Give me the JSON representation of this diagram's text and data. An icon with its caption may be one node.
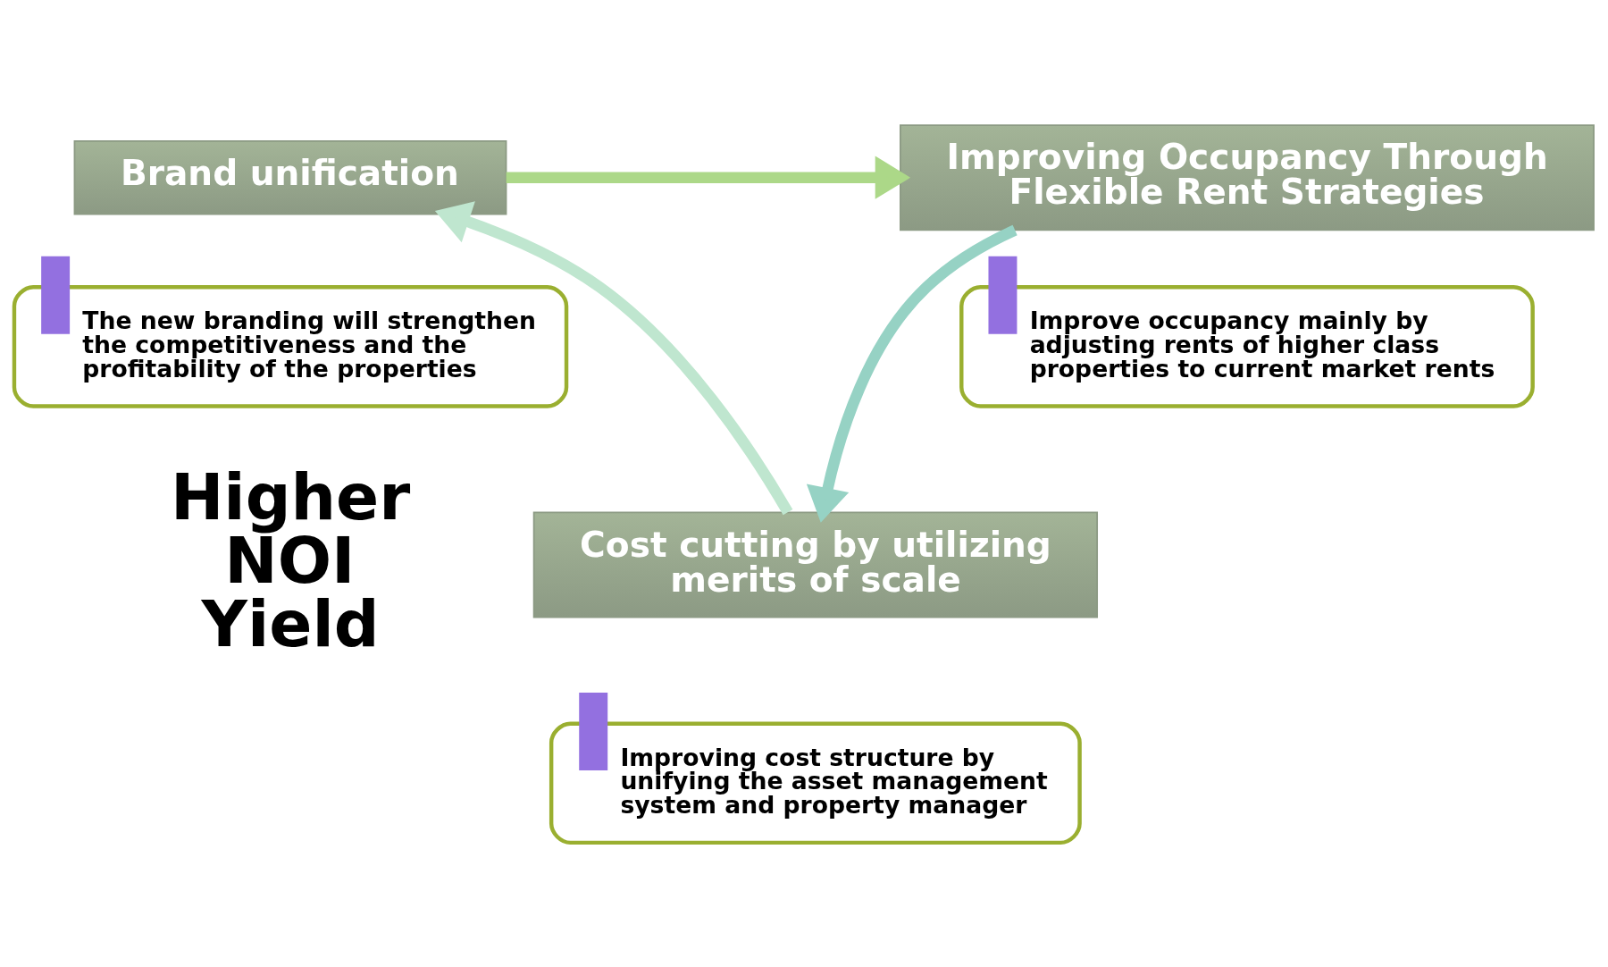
{
  "diagram": {
    "nodes": [
      {
        "text": [
          "Brand unification"
        ]
      },
      {
        "text": [
          "The new branding will strengthen the competitiveness and the profitability of the properties"
        ]
      },
      {
        "text": [
          "Cost cutting by utilizing merits of scale"
        ]
      },
      {
        "text": [
          "Improving cost structure by unifying the asset management system and property manager"
        ]
      },
      {
        "text": [
          "Higher NOI Yield"
        ]
      },
      {
        "text": [
          "Improving Occupancy Through Flexible Rent Strategies"
        ]
      },
      {
        "text": [
          "Improve occupancy mainly by adjusting rents of higher class properties to current market rents"
        ]
      }
    ],
    "edges": [
      {
        "from": 2,
        "to": 0,
        "arrow": "to",
        "color": "#bfe6cf"
      },
      {
        "from": 0,
        "to": 5,
        "arrow": "to",
        "color": "#acd888"
      },
      {
        "from": 5,
        "to": 2,
        "arrow": "to",
        "color": "#96d2c4"
      }
    ]
  }
}
